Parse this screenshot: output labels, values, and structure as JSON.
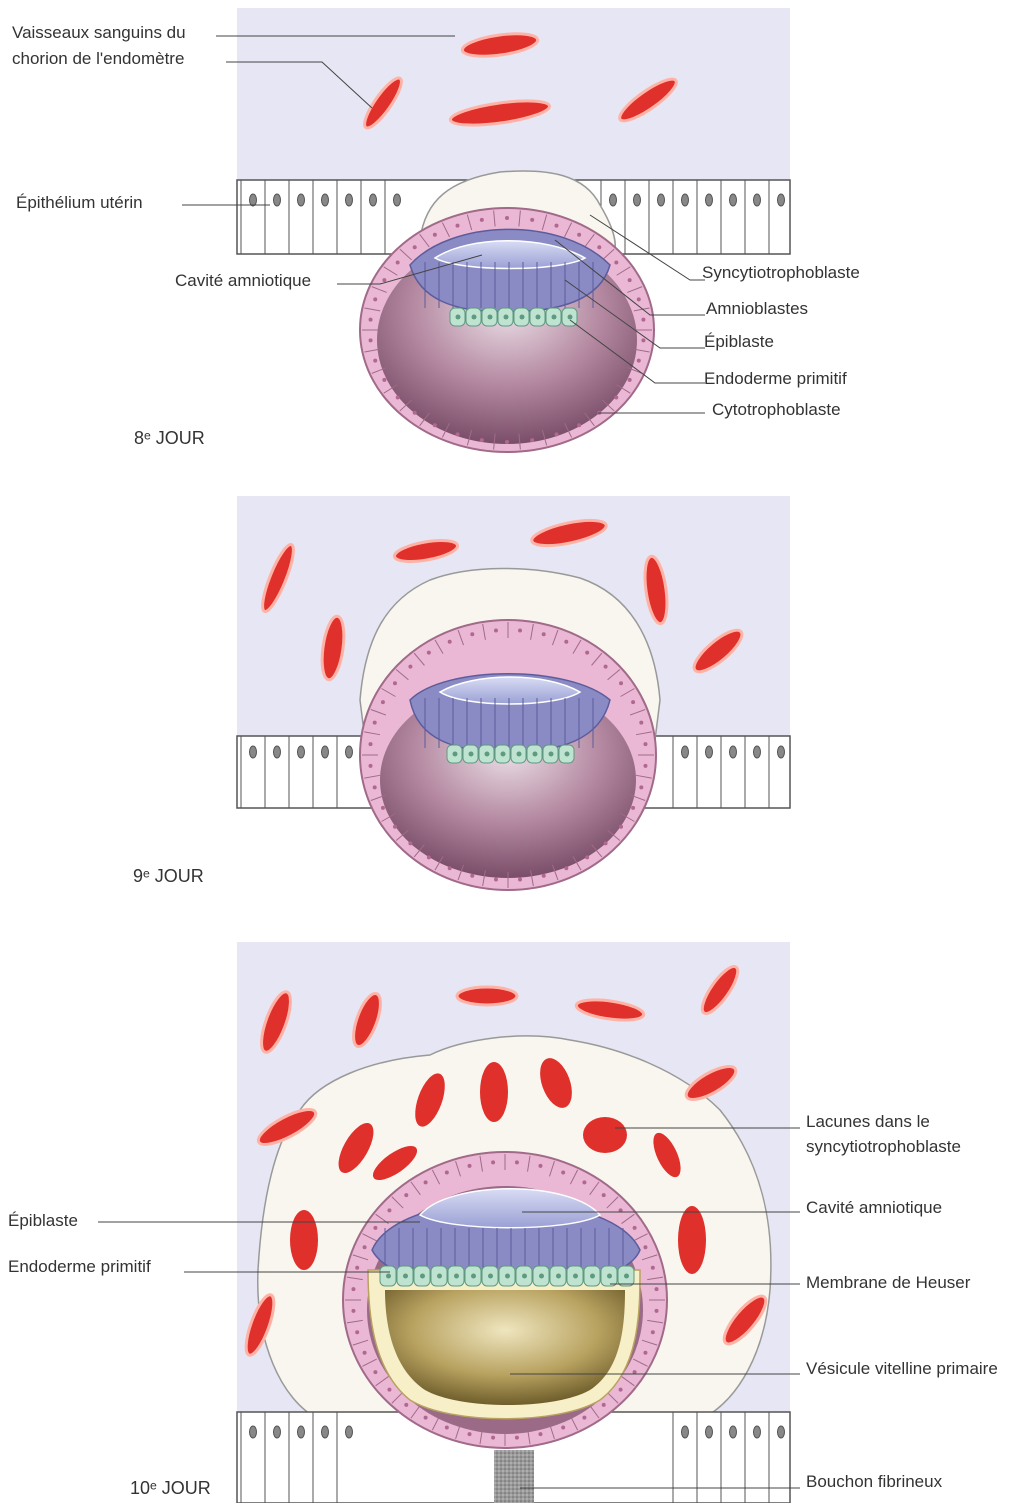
{
  "panels": [
    {
      "day": "8ᵉ JOUR",
      "labels": {
        "vessels_line1": "Vaisseaux sanguins du",
        "vessels_line2": "chorion de l'endomètre",
        "epithelium": "Épithélium utérin",
        "amniotic_cavity": "Cavité amniotique",
        "syncytio": "Syncytiotrophoblaste",
        "amnioblasts": "Amnioblastes",
        "epiblast": "Épiblaste",
        "primitive_endoderm": "Endoderme primitif",
        "cytotrophoblast": "Cytotrophoblaste"
      }
    },
    {
      "day": "9ᵉ JOUR",
      "labels": {}
    },
    {
      "day": "10ᵉ JOUR",
      "labels": {
        "lacunae_line1": "Lacunes dans le",
        "lacunae_line2": "syncytiotrophoblaste",
        "amniotic_cavity": "Cavité amniotique",
        "epiblast": "Épiblaste",
        "primitive_endoderm": "Endoderme primitif",
        "heuser": "Membrane de Heuser",
        "yolk_sac": "Vésicule vitelline primaire",
        "fibrin_plug": "Bouchon fibrineux"
      }
    }
  ],
  "colors": {
    "endometrium": "#e6e6f4",
    "vessel": "#e0302c",
    "vessel_outline": "#ffb3a6",
    "syncytio": "#f8f6ee",
    "cytotrophoblast": "#eab8d4",
    "epiblast_cells": "#8a8ac4",
    "amnioblast": "#c4c8ec",
    "endoderm": "#bfe3d1",
    "cavity": "#a87a92",
    "yolk_sac": "#b09a5a",
    "heuser": "#f6efc8",
    "epithelium": "#ffffff",
    "label_text": "#333333",
    "leader": "#444444"
  }
}
